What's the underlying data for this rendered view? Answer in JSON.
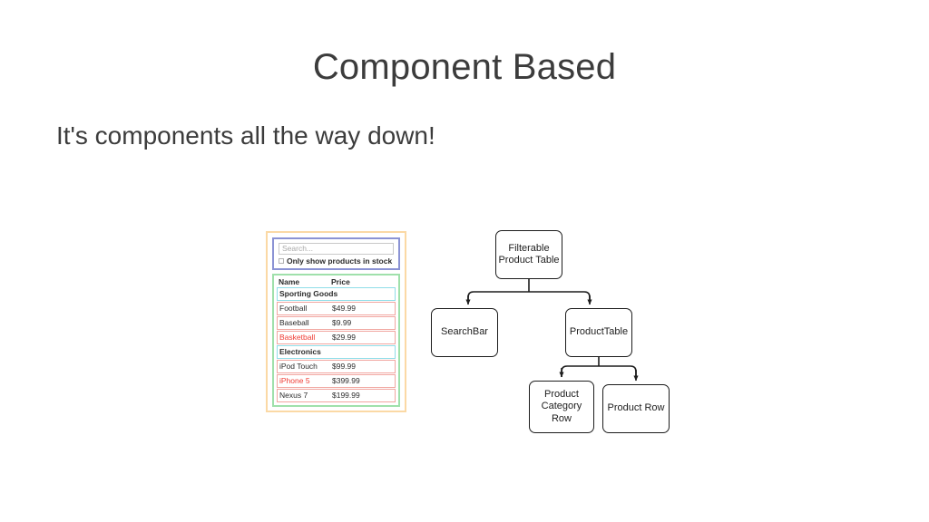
{
  "slide": {
    "title": "Component Based",
    "subtitle": "It's components all the way down!"
  },
  "mockup": {
    "component_name": "FilterableProductTable",
    "search_bar": {
      "component_name": "SearchBar",
      "search_placeholder": "Search...",
      "checkbox_label": "Only show products in stock",
      "checkbox_checked": false,
      "border_color": "#8b93d4"
    },
    "product_table": {
      "component_name": "ProductTable",
      "border_color": "#9fe0ab",
      "columns": [
        "Name",
        "Price"
      ],
      "rows": [
        {
          "type": "category",
          "name": "Sporting Goods"
        },
        {
          "type": "product",
          "name": "Football",
          "price": "$49.99",
          "in_stock": true
        },
        {
          "type": "product",
          "name": "Baseball",
          "price": "$9.99",
          "in_stock": true
        },
        {
          "type": "product",
          "name": "Basketball",
          "price": "$29.99",
          "in_stock": false
        },
        {
          "type": "category",
          "name": "Electronics"
        },
        {
          "type": "product",
          "name": "iPod Touch",
          "price": "$99.99",
          "in_stock": true
        },
        {
          "type": "product",
          "name": "iPhone 5",
          "price": "$399.99",
          "in_stock": false
        },
        {
          "type": "product",
          "name": "Nexus 7",
          "price": "$199.99",
          "in_stock": true
        }
      ]
    },
    "outer_border_color": "#fbd9a5",
    "category_border_color": "#8fdde8",
    "product_border_color": "#f1a6a0",
    "out_of_stock_text_color": "#ef3b33"
  },
  "tree": {
    "nodes": {
      "root": "Filterable\nProduct Table",
      "root_line1": "Filterable",
      "root_line2": "Product Table",
      "search_bar": "SearchBar",
      "product_table": "ProductTable",
      "product_category_row_line1": "Product",
      "product_category_row_line2": "Category",
      "product_category_row_line3": "Row",
      "product_row": "Product Row"
    },
    "edge_color": "#1d1d1d"
  }
}
